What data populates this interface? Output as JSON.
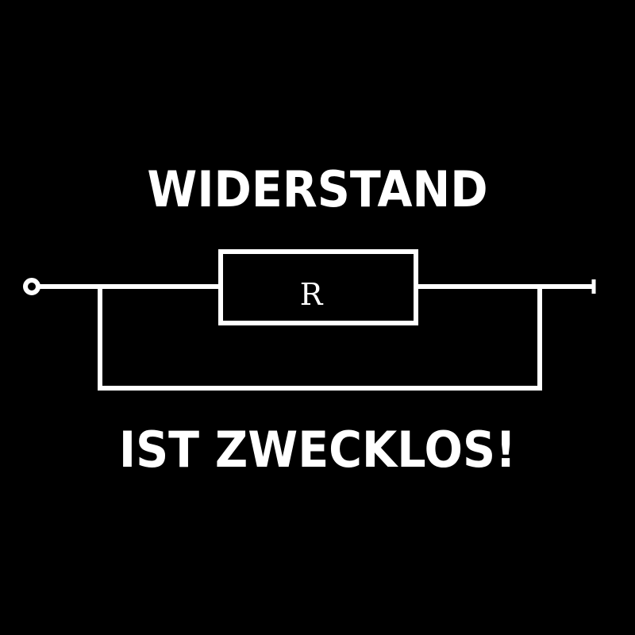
{
  "headline": {
    "top": "WIDERSTAND",
    "bottom": "IST ZWECKLOS!"
  },
  "circuit": {
    "resistor_label": "R"
  },
  "colors": {
    "background": "#000000",
    "foreground": "#ffffff"
  }
}
